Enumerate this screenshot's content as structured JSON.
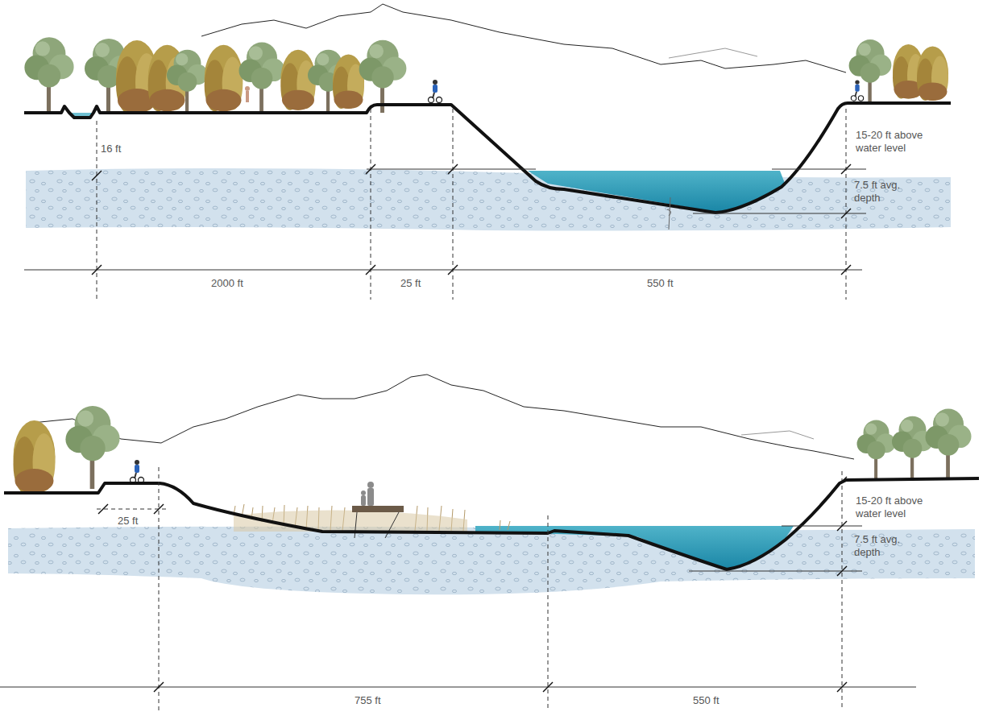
{
  "diagram": {
    "labels": [
      "16 ft",
      "15-20 ft above water level",
      "7.5 ft avg. depth",
      "2000 ft",
      "25 ft",
      "550 ft",
      "25 ft",
      "15-20 ft above water level",
      "7.5 ft avg. depth",
      "755 ft",
      "550 ft"
    ]
  }
}
